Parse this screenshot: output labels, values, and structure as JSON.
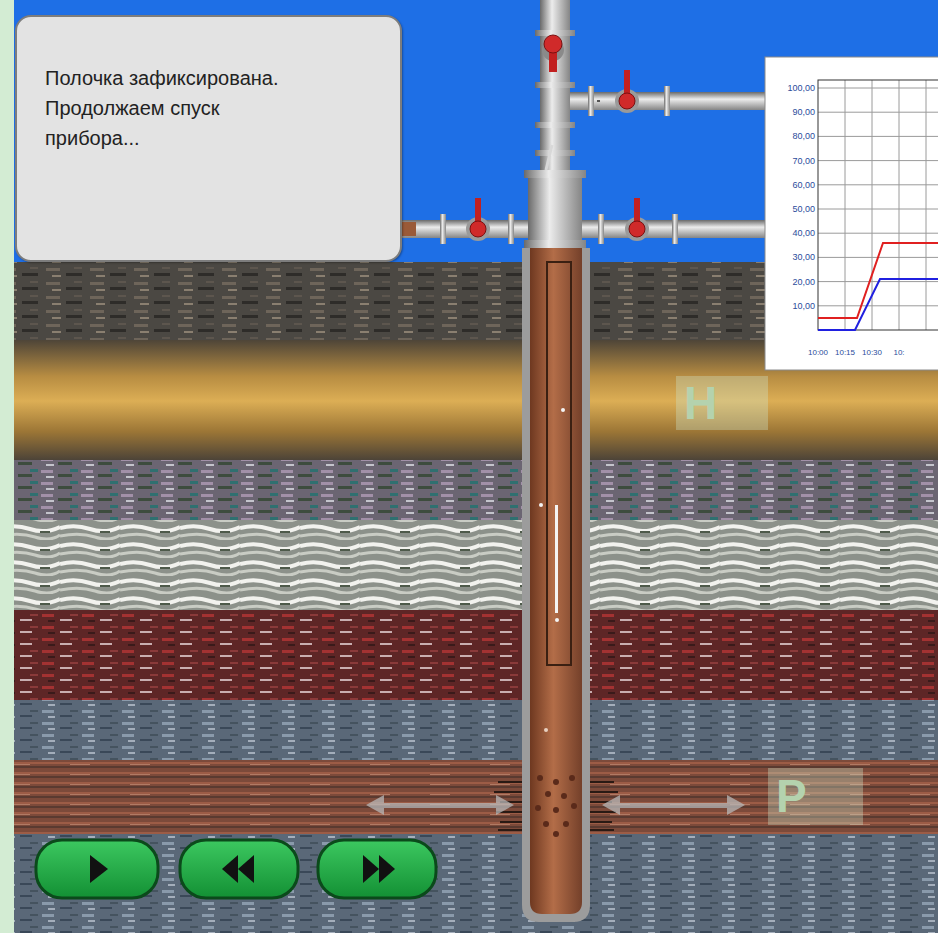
{
  "diagram": {
    "nodes": [
      {
        "text": [
          "Полочка зафиксирована. Продолжаем спуск прибора..."
        ]
      }
    ],
    "labels": [
      "100,00",
      "90,00",
      "80,00",
      "70,00",
      "60,00",
      "50,00",
      "40,00",
      "30,00",
      "20,00",
      "10,00",
      "10:00",
      "10:15",
      "10:30",
      "10:",
      "Н",
      "Р"
    ]
  }
}
